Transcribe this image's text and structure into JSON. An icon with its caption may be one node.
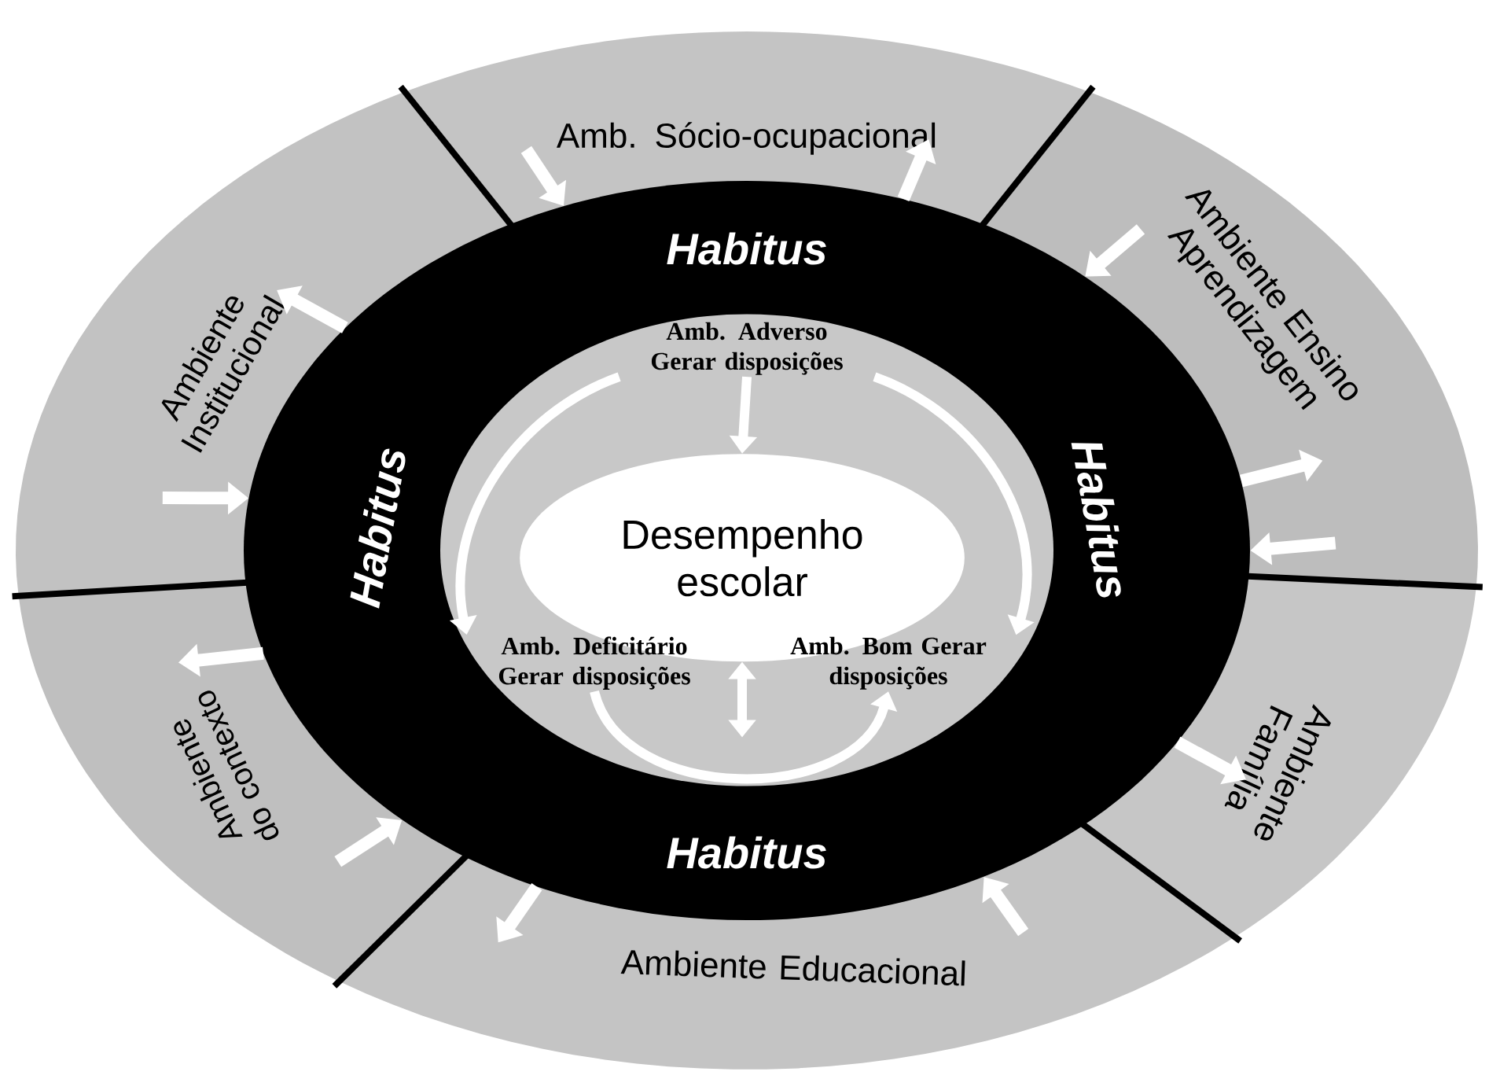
{
  "diagram": {
    "nodes": [
      {
        "text": [
          "Amb. Sócio-ocupacional"
        ]
      },
      {
        "text": [
          "Ambiente Ensino Aprendizagem"
        ]
      },
      {
        "text": [
          "Ambiente Família"
        ]
      },
      {
        "text": [
          "Ambiente Educacional"
        ]
      },
      {
        "text": [
          "Ambiente do contexto"
        ]
      },
      {
        "text": [
          "Ambiente Institucional"
        ]
      },
      {
        "text": [
          "Habitus",
          "Habitus",
          "Habitus",
          "Habitus"
        ]
      },
      {
        "text": [],
        "shape": "ellipse",
        "in": 6
      },
      {
        "text": [
          "Desempenho escolar"
        ],
        "in": 7
      },
      {
        "text": [
          "Amb. Adverso Gerar disposições"
        ],
        "in": 7
      },
      {
        "text": [
          "Amb. Deficitário Gerar disposições"
        ],
        "in": 7
      },
      {
        "text": [
          "Amb. Bom Gerar disposições"
        ],
        "in": 7
      }
    ],
    "edges": [
      {
        "from": 0,
        "to": 6,
        "arrow": "to"
      },
      {
        "from": 6,
        "to": 0,
        "arrow": "to"
      },
      {
        "from": 1,
        "to": 6,
        "arrow": "to"
      },
      {
        "from": 6,
        "to": 1,
        "arrow": "to"
      },
      {
        "from": 1,
        "to": 6,
        "arrow": "to"
      },
      {
        "from": 6,
        "to": 2,
        "arrow": "to"
      },
      {
        "from": 3,
        "to": 6,
        "arrow": "to"
      },
      {
        "from": 6,
        "to": 3,
        "arrow": "to"
      },
      {
        "from": 4,
        "to": 6,
        "arrow": "to"
      },
      {
        "from": 6,
        "to": 4,
        "arrow": "to"
      },
      {
        "from": 5,
        "to": 6,
        "arrow": "to"
      },
      {
        "from": 6,
        "to": 5,
        "arrow": "to"
      },
      {
        "from": 9,
        "to": 8,
        "arrow": "to"
      },
      {
        "from": 8,
        "to": null,
        "arrow": "both"
      },
      {
        "from": 9,
        "to": 10,
        "arrow": "to"
      },
      {
        "from": 9,
        "to": 11,
        "arrow": "to"
      },
      {
        "from": 10,
        "to": 11,
        "arrow": "to"
      }
    ]
  }
}
